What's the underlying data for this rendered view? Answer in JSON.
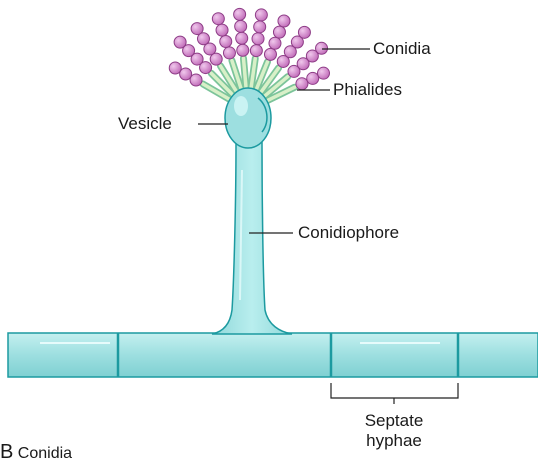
{
  "labels": {
    "conidia": "Conidia",
    "phialides": "Phialides",
    "vesicle": "Vesicle",
    "conidiophore": "Conidiophore",
    "septate_line1": "Septate",
    "septate_line2": "hyphae"
  },
  "corner_label": {
    "letter": "B",
    "text": "Conidia"
  },
  "colors": {
    "hypha_fill": "#9ddfe0",
    "hypha_stroke": "#1c9aa0",
    "phialide_fill": "#cde8bf",
    "conidia_fill": "#cc82c4",
    "conidia_stroke": "#8d3c86",
    "leader_line": "#222222"
  }
}
